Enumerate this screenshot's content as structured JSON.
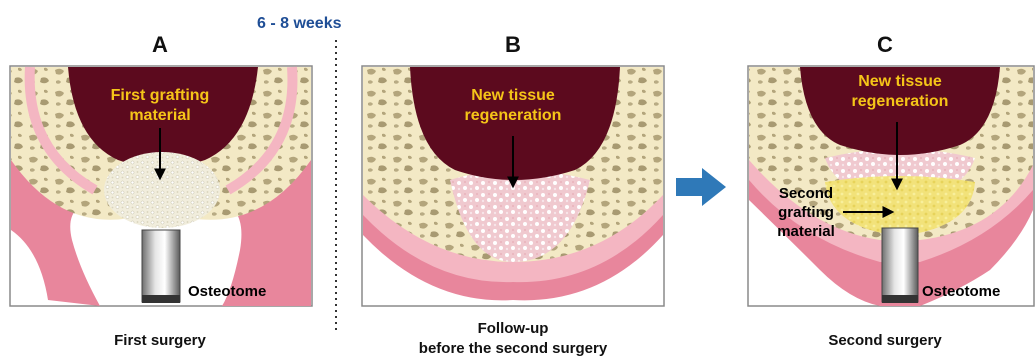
{
  "timeline": {
    "interval_label": "6 - 8 weeks"
  },
  "panels": [
    {
      "letter": "A",
      "label_lines": [
        "First grafting",
        "material"
      ],
      "tool_label": "Osteotome",
      "caption_lines": [
        "First surgery"
      ]
    },
    {
      "letter": "B",
      "label_lines": [
        "New tissue",
        "regeneration"
      ],
      "caption_lines": [
        "Follow-up",
        "before the second surgery"
      ]
    },
    {
      "letter": "C",
      "label_lines": [
        "New tissue",
        "regeneration"
      ],
      "side_label_lines": [
        "Second",
        "grafting",
        "material"
      ],
      "tool_label": "Osteotome",
      "caption_lines": [
        "Second surgery"
      ]
    }
  ],
  "colors": {
    "sinus": "#5c0a1e",
    "gum": "#e8869c",
    "gum_light": "#f4b6c2",
    "bone": "#f3e9c5",
    "bone_pore": "#a89a72",
    "first_graft": "#f1eddc",
    "regen": "#f0c9cf",
    "second_graft": "#f2e27a",
    "arrow_blue": "#2f79b8",
    "label_yellow": "#f5c518",
    "weeks_blue": "#1f4e96"
  }
}
